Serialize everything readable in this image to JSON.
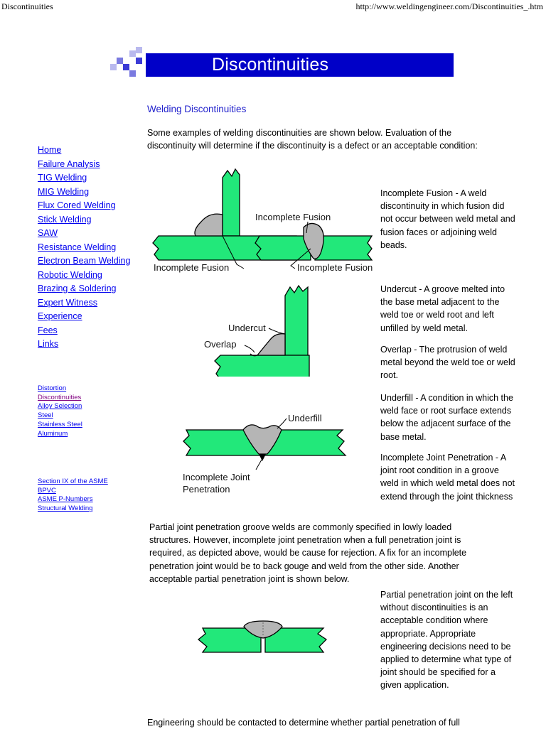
{
  "print_header": {
    "title": "Discontinuities",
    "url": "http://www.weldingengineer.com/Discontinuities_.htm"
  },
  "banner": {
    "title": "Discontinuities"
  },
  "nav": {
    "main": [
      "Home",
      "Failure Analysis",
      "TIG Welding",
      "MIG Welding",
      "Flux Cored Welding",
      "Stick Welding",
      "SAW",
      "Resistance Welding",
      "Electron Beam Welding",
      "Robotic Welding",
      "Brazing & Soldering",
      "Expert Witness",
      "Experience",
      "Fees",
      "Links"
    ],
    "secondary": [
      "Distortion",
      "Discontinuities",
      "Alloy Selection",
      "Steel",
      "Stainless Steel",
      "Aluminum"
    ],
    "tertiary": [
      "Section IX of the ASME",
      "BPVC",
      "ASME P-Numbers",
      "Structural Welding"
    ]
  },
  "content": {
    "section_title": "Welding Discontinuities",
    "intro": "Some examples of welding discontinuities are shown below.  Evaluation of the discontinuity will determine if the discontinuity is a defect or an acceptable condition:",
    "incomplete_fusion": "Incomplete Fusion - A weld discontinuity in which fusion did not occur between weld metal and fusion faces or adjoining weld beads.",
    "undercut": "Undercut - A groove melted into the base metal adjacent to the weld toe or weld root and left unfilled by weld metal.",
    "overlap": "Overlap - The protrusion of weld metal beyond the weld toe or weld root.",
    "underfill": "Underfill - A condition in which the weld face or root surface extends below the adjacent surface of the base metal.",
    "incomplete_joint_penetration": "Incomplete Joint Penetration - A joint root condition in a groove weld in which weld metal does not extend through the joint thickness",
    "partial_joint_paragraph": "Partial joint penetration groove welds are commonly specified in lowly loaded structures.  However, incomplete joint penetration when a full penetration joint is required, as depicted above, would be cause for rejection.  A fix for an incomplete penetration joint would be to back gouge and weld from the other side.   Another acceptable partial penetration joint is shown below.",
    "partial_penetration_note": "Partial penetration joint on the left without discontinuities is an acceptable condition where appropriate.  Appropriate engineering decisions need to be applied to determine what type of joint should be specified for a given application.",
    "final": "Engineering should be contacted to determine whether partial penetration of full"
  },
  "figures": {
    "fig1": {
      "label_left": "Incomplete Fusion",
      "label_right_top": "Incomplete Fusion",
      "label_right_bottom": "Incomplete Fusion"
    },
    "fig2": {
      "label_undercut": "Undercut",
      "label_overlap": "Overlap"
    },
    "fig3": {
      "label_underfill": "Underfill",
      "label_ijp_1": "Incomplete Joint",
      "label_ijp_2": "Penetration"
    }
  },
  "colors": {
    "plate": "#22e87a",
    "weld": "#b5b5b5",
    "banner": "#0000c8",
    "link": "#0000ee",
    "heading": "#2222cc"
  }
}
